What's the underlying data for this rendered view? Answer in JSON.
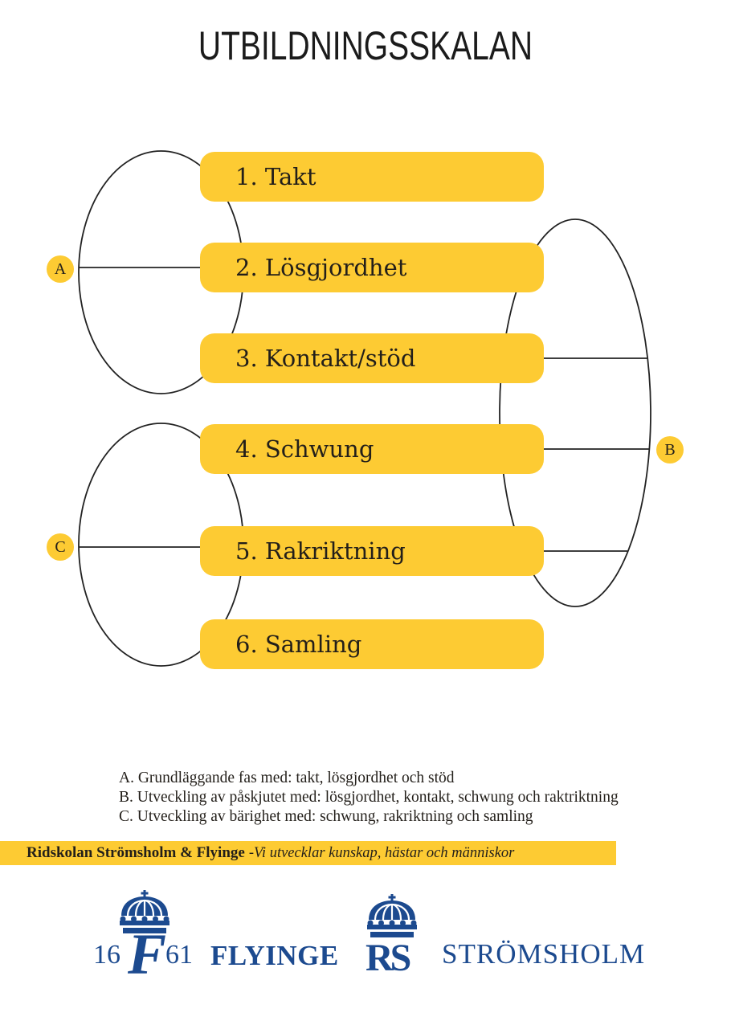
{
  "title": "UTBILDNINGSSKALAN",
  "steps": [
    {
      "label": "1. Takt"
    },
    {
      "label": "2. Lösgjordhet"
    },
    {
      "label": "3. Kontakt/stöd"
    },
    {
      "label": "4. Schwung"
    },
    {
      "label": "5. Rakriktning"
    },
    {
      "label": "6. Samling"
    }
  ],
  "groups": [
    {
      "letter": "A",
      "members": [
        1,
        2,
        3
      ],
      "side": "left"
    },
    {
      "letter": "B",
      "members": [
        2,
        3,
        4,
        5
      ],
      "side": "right"
    },
    {
      "letter": "C",
      "members": [
        4,
        5,
        6
      ],
      "side": "left"
    }
  ],
  "legend": [
    "A. Grundläggande fas med: takt, lösgjordhet och stöd",
    "B. Utveckling av påskjutet med: lösgjordhet, kontakt, schwung och raktriktning",
    "C. Utveckling av bärighet med: schwung, rakriktning och samling"
  ],
  "footer_band": {
    "org": "Ridskolan Strömsholm & Flyinge",
    "tagline": "-Vi utvecklar kunskap, hästar och människor"
  },
  "logos": {
    "flyinge": {
      "year_left": "16",
      "monogram": "F",
      "year_right": "61",
      "name": "FLYINGE",
      "icon": "crown-icon"
    },
    "stromsholm": {
      "monogram": "RS",
      "name": "STRÖMSHOLM",
      "icon": "crown-icon"
    }
  },
  "colors": {
    "accent_yellow": "#FDCB33",
    "brand_blue": "#1C4A8F",
    "text_dark": "#231f1a"
  }
}
